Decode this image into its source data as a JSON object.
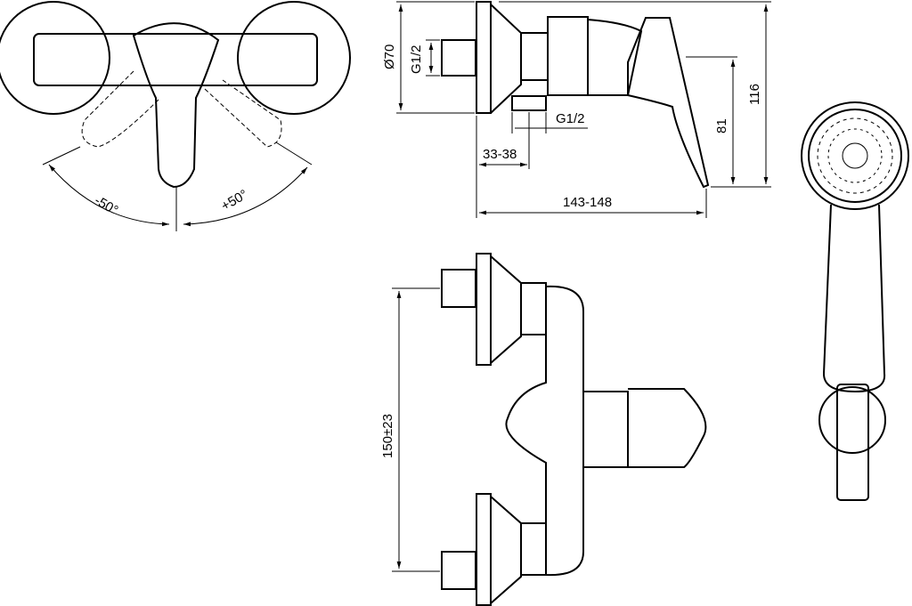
{
  "top_view": {
    "angle_left": "-50°",
    "angle_right": "+50°"
  },
  "side_view": {
    "diameter": "Ø70",
    "inlet_thread": "G1/2",
    "outlet_thread": "G1/2",
    "inlet_offset": "33-38",
    "depth": "143-148",
    "lever_height": "81",
    "total_height": "116"
  },
  "front_view": {
    "center_distance": "150±23"
  }
}
